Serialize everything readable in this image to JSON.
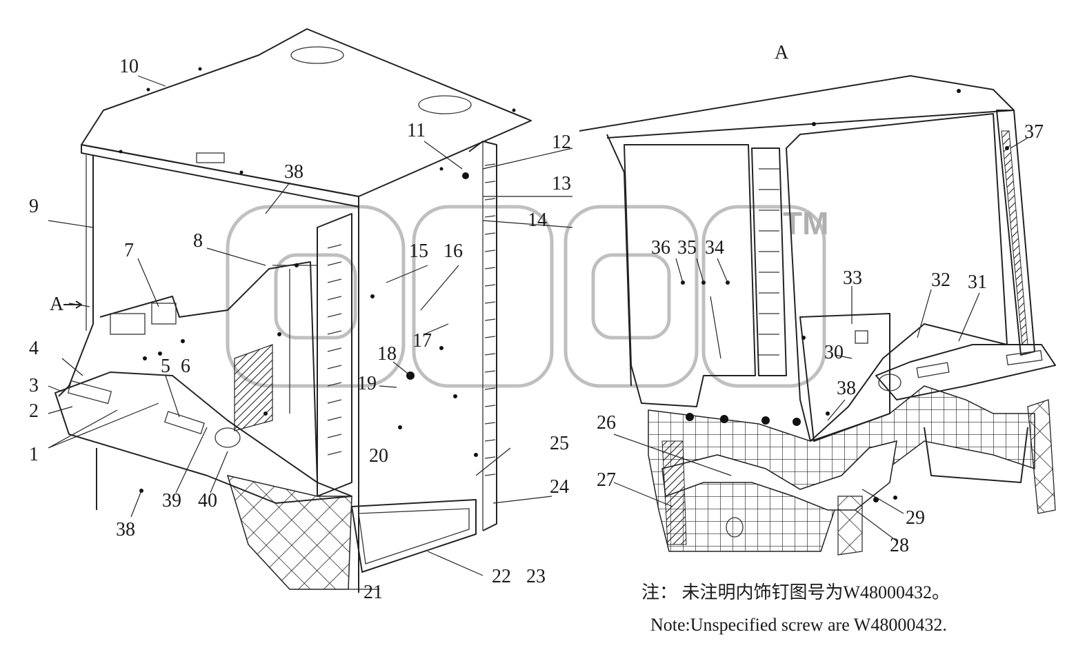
{
  "view_label": "A",
  "view_arrow_label": "A",
  "watermark": "TM",
  "callouts_left": [
    "1",
    "2",
    "3",
    "4",
    "5",
    "6",
    "7",
    "8",
    "9",
    "10",
    "11",
    "12",
    "13",
    "14",
    "15",
    "16",
    "17",
    "18",
    "19",
    "20",
    "21",
    "22",
    "23",
    "24",
    "25",
    "38",
    "38",
    "39",
    "40"
  ],
  "callouts_right": [
    "26",
    "27",
    "28",
    "29",
    "30",
    "31",
    "32",
    "33",
    "34",
    "35",
    "36",
    "37",
    "38"
  ],
  "note_cn": "注： 未注明内饰钉图号为W48000432。",
  "note_en": "Note:Unspecified screw are W48000432."
}
